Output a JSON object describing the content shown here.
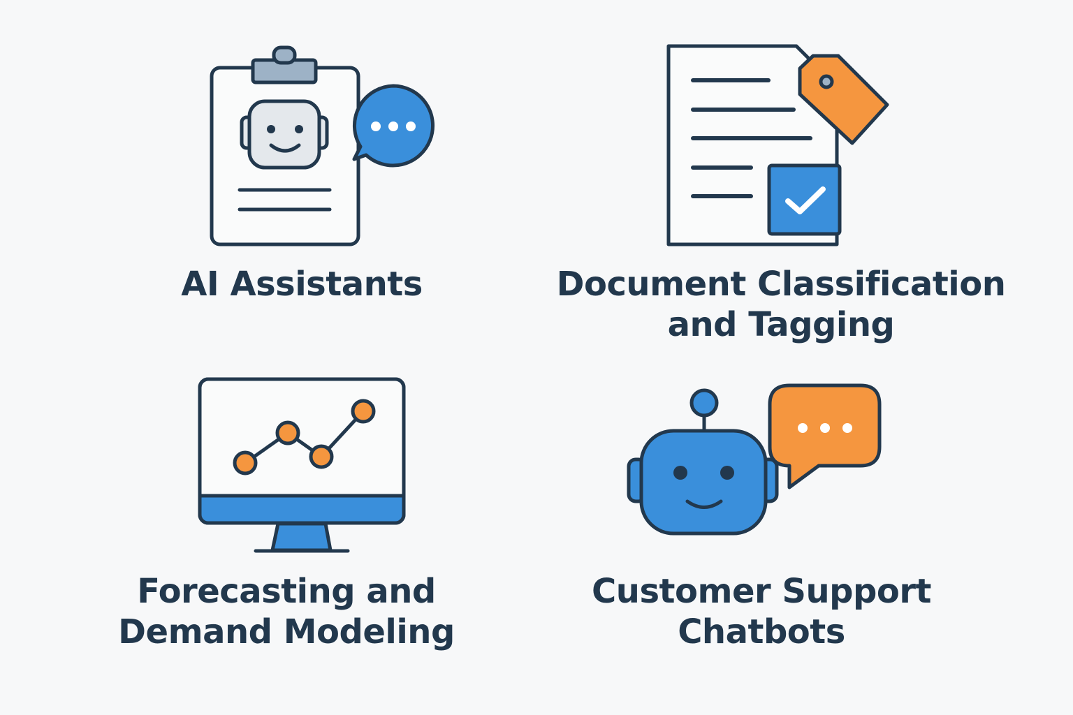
{
  "colors": {
    "outline": "#22384d",
    "blue": "#3a8fdb",
    "orange": "#f5963f",
    "paper": "#fafbfb",
    "robot_face": "#e4e8ec",
    "clip": "#9db2c6",
    "background": "#f7f8f9"
  },
  "items": [
    {
      "id": "ai-assistants",
      "icon": "clipboard-robot-icon",
      "label_lines": [
        "AI Assistants"
      ]
    },
    {
      "id": "document-classification",
      "icon": "document-tag-check-icon",
      "label_lines": [
        "Document Classification",
        "and Tagging"
      ]
    },
    {
      "id": "forecasting",
      "icon": "monitor-line-chart-icon",
      "label_lines": [
        "Forecasting and",
        "Demand Modeling"
      ]
    },
    {
      "id": "customer-support",
      "icon": "robot-chat-icon",
      "label_lines": [
        "Customer Support",
        "Chatbots"
      ]
    }
  ]
}
